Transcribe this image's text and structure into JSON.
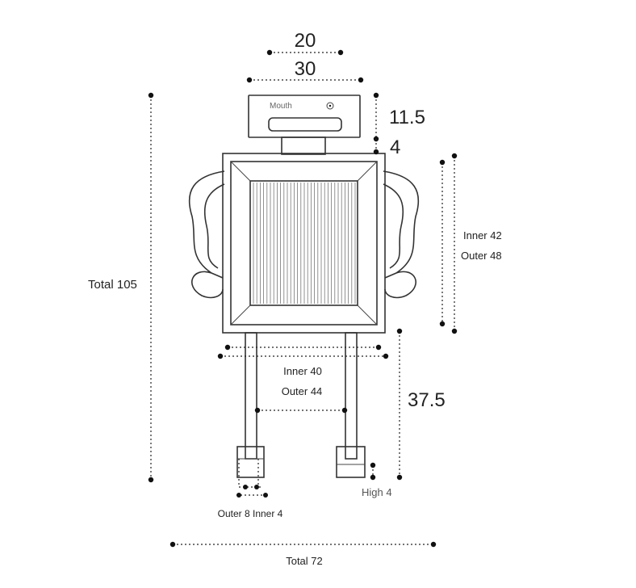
{
  "diagram": {
    "head": {
      "label": "Mouth"
    },
    "dimensions": {
      "head_top_width": "20",
      "head_width": "30",
      "head_height": "11.5",
      "neck_height": "4",
      "body_height_inner": "Inner 42",
      "body_height_outer": "Outer 48",
      "total_height": "Total 105",
      "body_width_inner": "Inner 40",
      "body_width_outer": "Outer 44",
      "leg_height": "37.5",
      "foot_height": "High 4",
      "foot_width": "Outer 8 Inner 4",
      "total_width": "Total 72"
    }
  }
}
